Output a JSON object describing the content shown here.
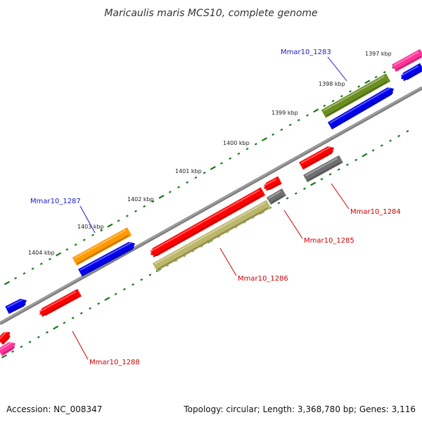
{
  "title": "Maricaulis maris MCS10, complete genome",
  "footer": {
    "accession": "Accession: NC_008347",
    "topology": "Topology: circular; Length: 3,368,780 bp; Genes: 3,116"
  },
  "scale_labels": [
    "1397 kbp",
    "1398 kbp",
    "1399 kbp",
    "1400 kbp",
    "1401 kbp",
    "1402 kbp",
    "1403 kbp",
    "1404 kbp"
  ],
  "gene_labels": [
    "Mmar10_1283",
    "Mmar10_1284",
    "Mmar10_1285",
    "Mmar10_1286",
    "Mmar10_1287",
    "Mmar10_1288"
  ],
  "colors": {
    "backbone": "#808080",
    "tick": "#1a7a1a",
    "label_blue": "#1a1acc",
    "label_red": "#cc0000",
    "red": "#ff0000",
    "blue": "#0000ee",
    "olive": "#6b8e23",
    "orange": "#ff9900",
    "khaki": "#bdb76b",
    "gray": "#707070",
    "pink": "#ff3399"
  }
}
